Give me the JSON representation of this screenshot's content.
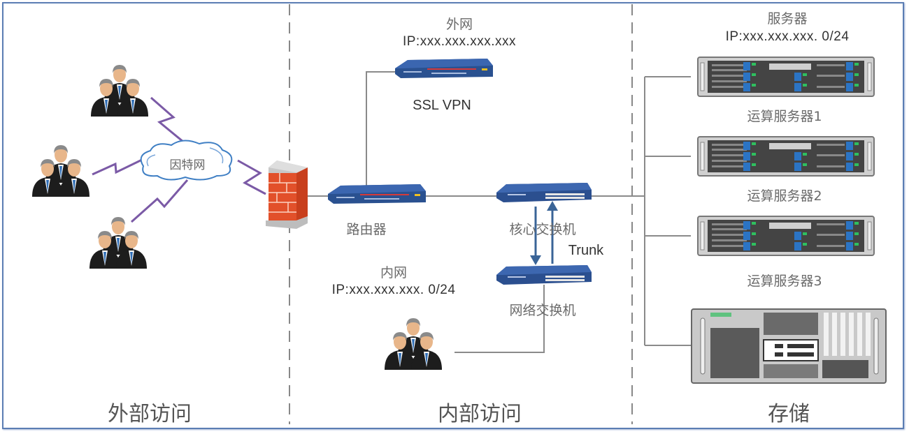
{
  "diagram": {
    "zones": [
      {
        "id": "external",
        "title": "外部访问"
      },
      {
        "id": "internal",
        "title": "内部访问"
      },
      {
        "id": "storage",
        "title": "存储"
      }
    ],
    "internet": {
      "label": "因特网"
    },
    "external_users": {
      "groups": 3,
      "icon": "user-group-icon"
    },
    "wan": {
      "label": "外网",
      "ip": "IP:xxx.xxx.xxx.xxx"
    },
    "ssl_vpn": {
      "label": "SSL VPN",
      "icon": "vpn-appliance-icon"
    },
    "firewall": {
      "icon": "firewall-icon"
    },
    "router": {
      "label": "路由器",
      "icon": "router-icon"
    },
    "core_switch": {
      "label": "核心交换机",
      "icon": "switch-icon"
    },
    "trunk": {
      "label": "Trunk"
    },
    "access_switch": {
      "label": "网络交换机",
      "icon": "switch-icon"
    },
    "lan": {
      "label": "内网",
      "ip": "IP:xxx.xxx.xxx. 0/24"
    },
    "servers": {
      "label": "服务器",
      "ip": "IP:xxx.xxx.xxx. 0/24",
      "items": [
        {
          "label": "运算服务器1"
        },
        {
          "label": "运算服务器2"
        },
        {
          "label": "运算服务器3"
        }
      ]
    },
    "storage": {
      "icon": "storage-server-icon"
    },
    "colors": {
      "frame": "#5b7db3",
      "wireless_link": "#7b5aa6",
      "wired_link": "#888888",
      "trunk_arrow": "#3a6497",
      "device_blue": "#2b4f8f",
      "firewall_brick": "#e2502a"
    }
  }
}
